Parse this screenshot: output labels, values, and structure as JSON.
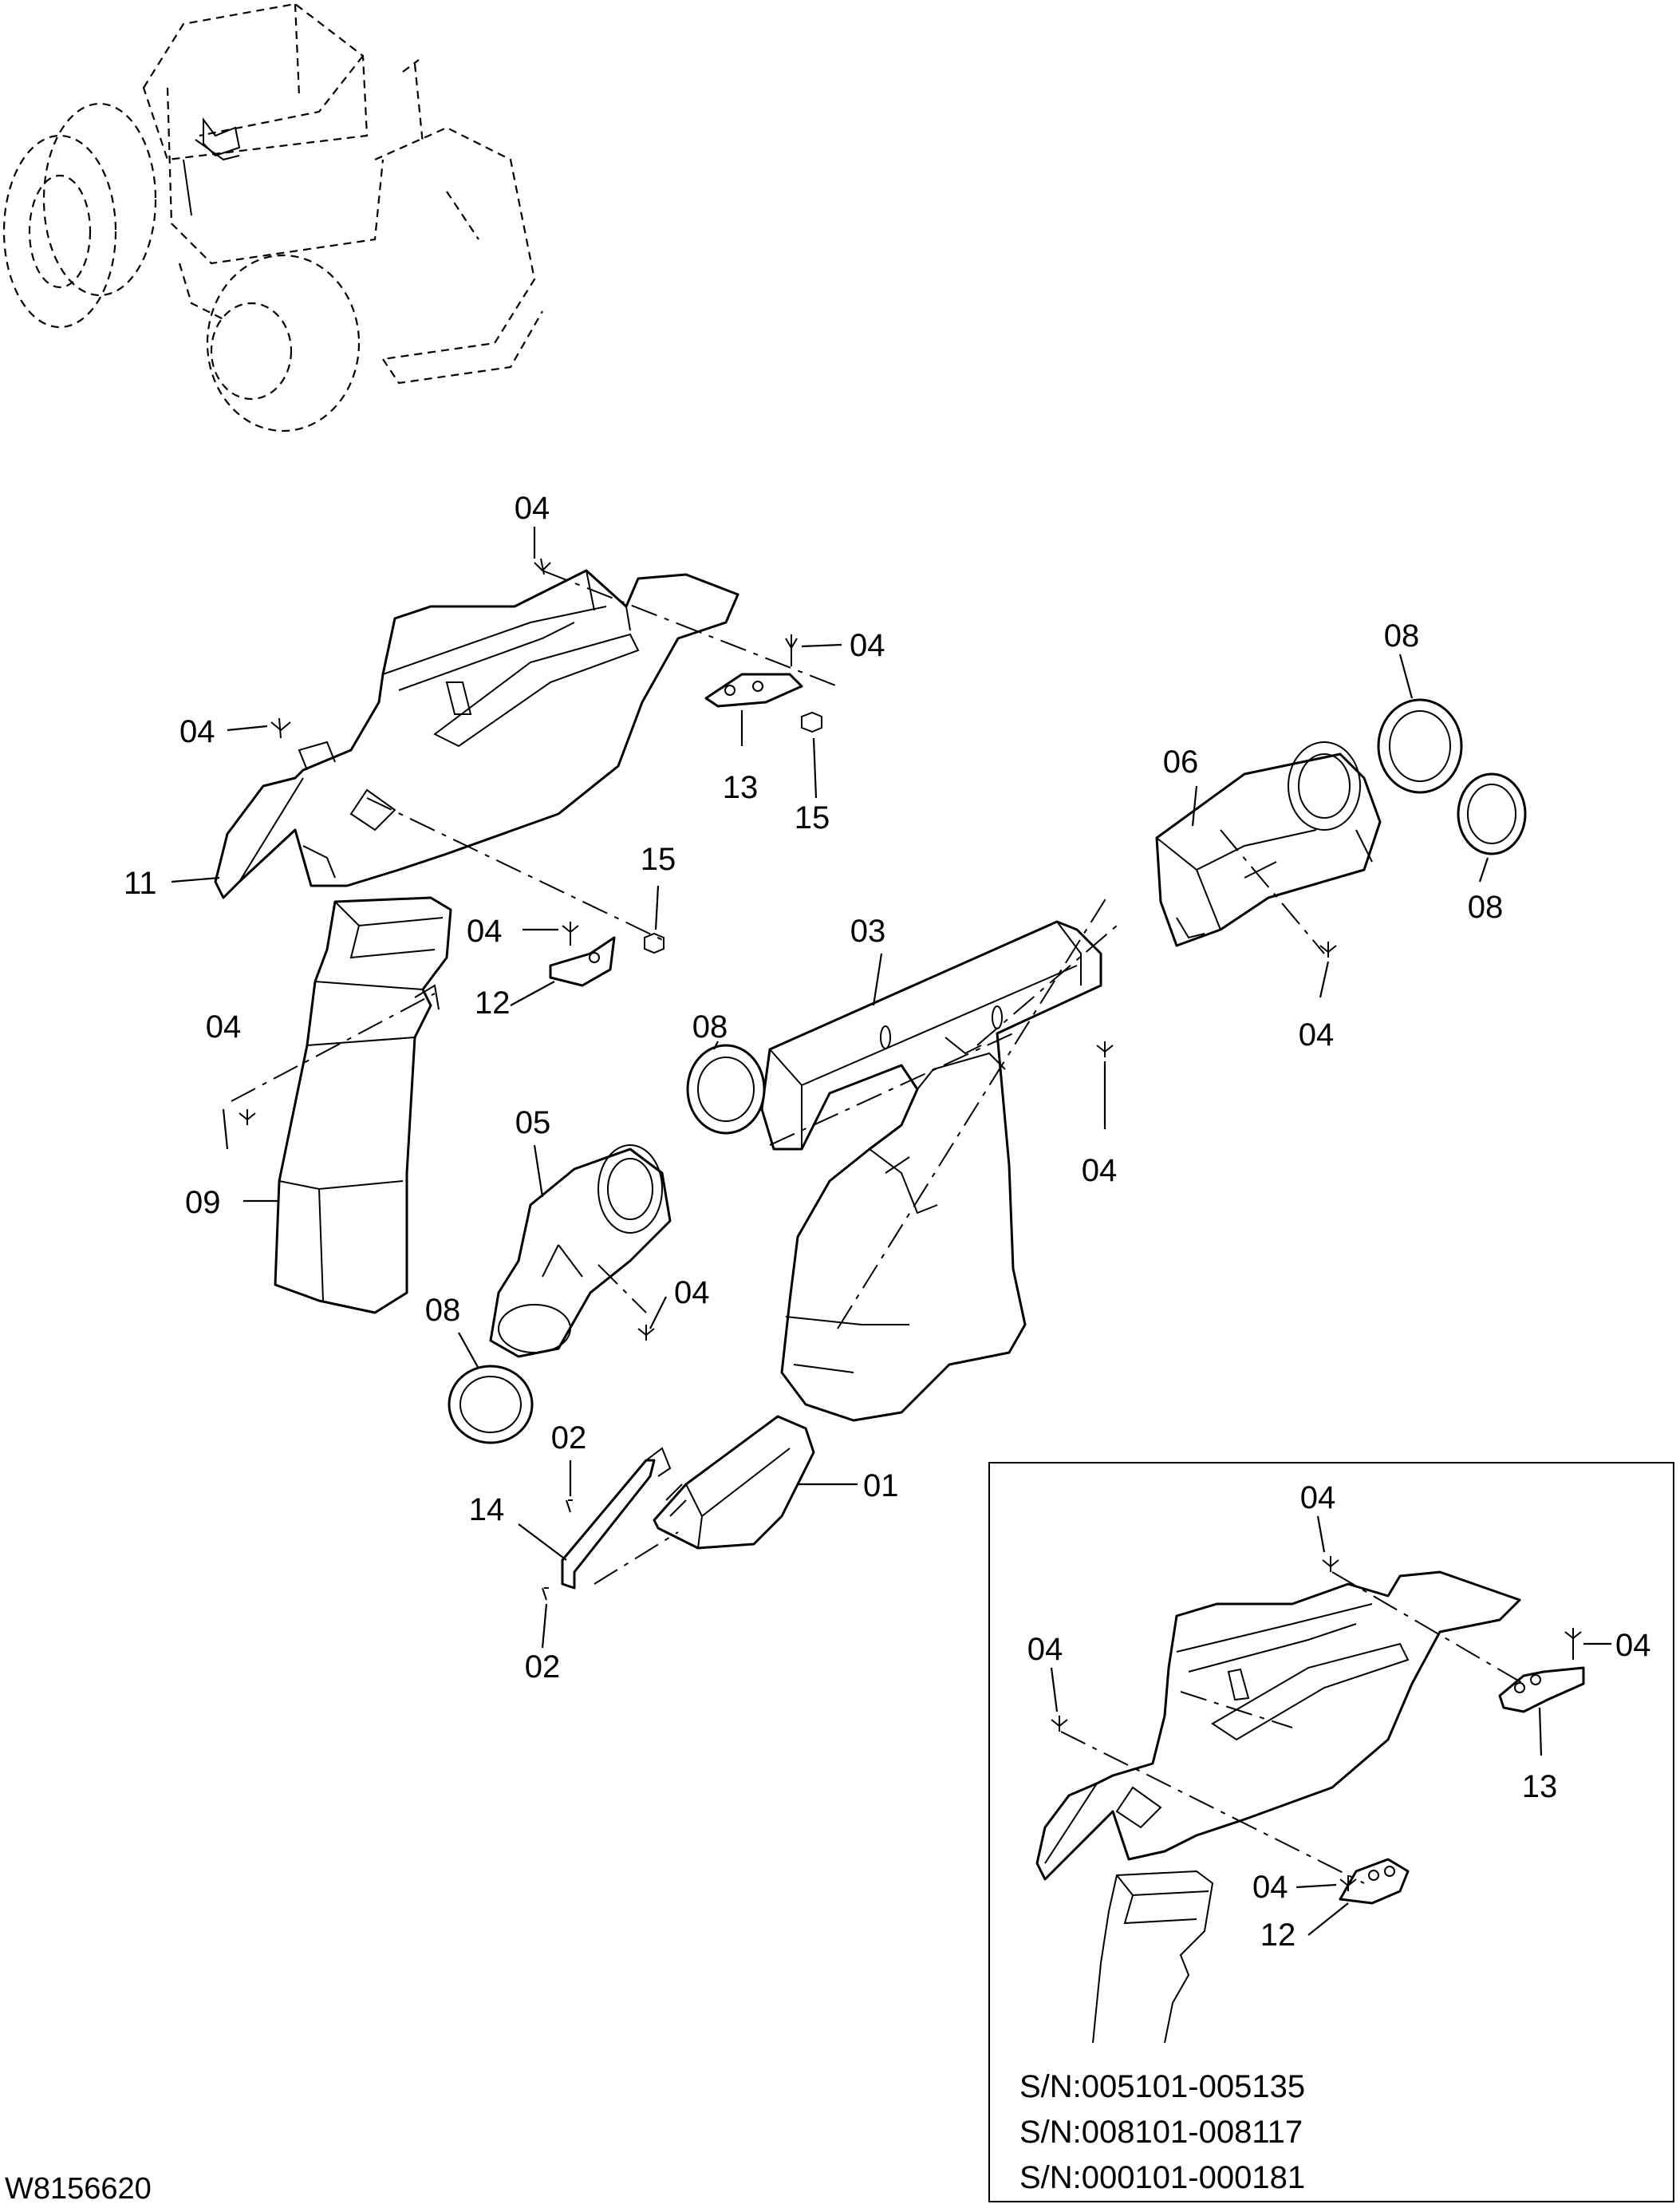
{
  "drawing_number": "W8156620",
  "callouts": {
    "c04_top": "04",
    "c04_bracket13": "04",
    "c13": "13",
    "c15_top": "15",
    "c04_left": "04",
    "c11": "11",
    "c15_mid": "15",
    "c04_bracket12": "04",
    "c12": "12",
    "c08_right_top": "08",
    "c06": "06",
    "c08_right_bottom": "08",
    "c04_right": "04",
    "c03": "03",
    "c04_duct09": "04",
    "c08_mid": "08",
    "c05": "05",
    "c04_center": "04",
    "c09": "09",
    "c04_duct05": "04",
    "c08_left": "08",
    "c02_top": "02",
    "c14": "14",
    "c01": "01",
    "c02_bottom": "02"
  },
  "inset": {
    "callouts": {
      "c04_top": "04",
      "c04_left": "04",
      "c04_right": "04",
      "c13": "13",
      "c04_bottom": "04",
      "c12": "12"
    },
    "serial_numbers": [
      "S/N:005101-005135",
      "S/N:008101-008117",
      "S/N:000101-000181"
    ]
  }
}
